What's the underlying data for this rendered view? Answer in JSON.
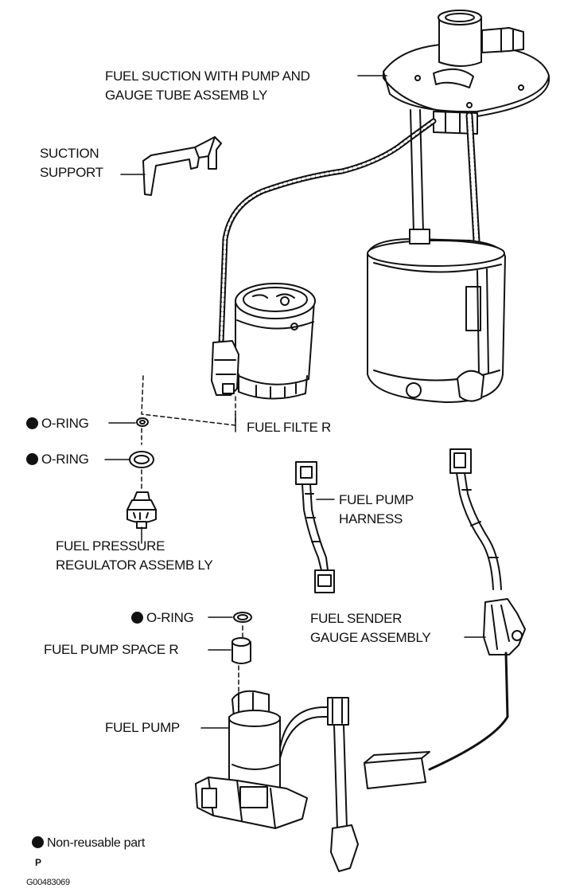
{
  "labels": {
    "fuel_suction_assembly": [
      "FUEL SUCTION WITH PUMP AND",
      "GAUGE TUBE ASSEMB LY"
    ],
    "suction_support": [
      "SUCTION",
      "SUPPORT"
    ],
    "o_ring_1": "O-RING",
    "o_ring_2": "O-RING",
    "o_ring_3": "O-RING",
    "fuel_filter": "FUEL FILTE R",
    "fuel_pressure_regulator": [
      "FUEL PRESSURE",
      "REGULATOR ASSEMB LY"
    ],
    "fuel_pump_harness": [
      "FUEL PUMP",
      "HARNESS"
    ],
    "fuel_sender_gauge": [
      "FUEL SENDER",
      "GAUGE ASSEMBLY"
    ],
    "fuel_pump_spacer": "FUEL PUMP SPACE R",
    "fuel_pump": "FUEL PUMP"
  },
  "legend": {
    "non_reusable": "Non-reusable part",
    "p_mark": "P"
  },
  "figure_code": "G00483069"
}
